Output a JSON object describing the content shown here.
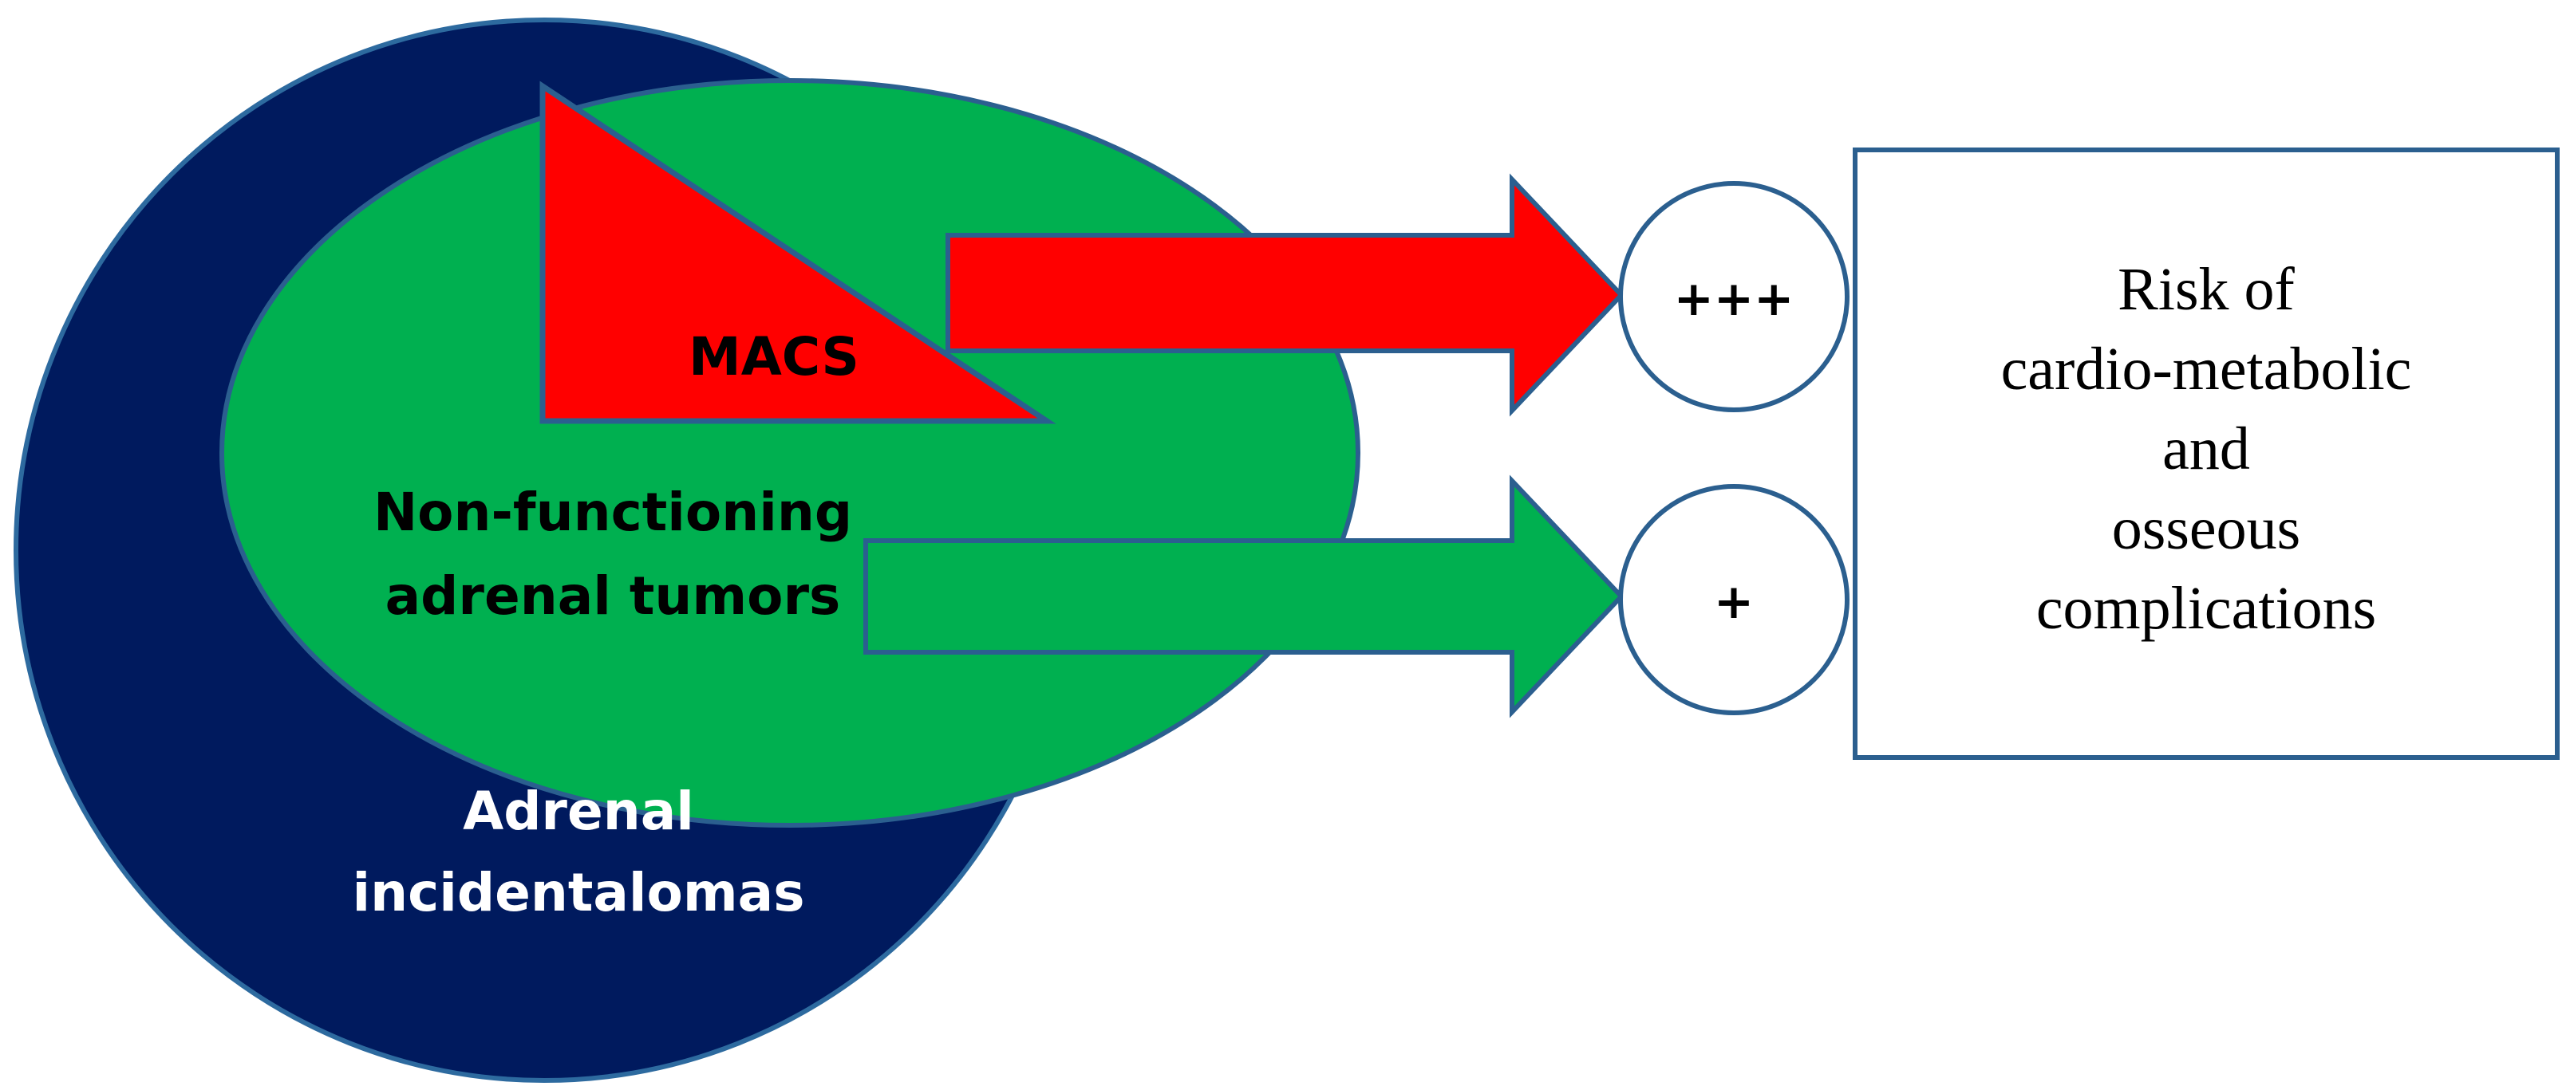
{
  "colors": {
    "outer_circle": "#001a5e",
    "outer_stroke": "#2d6a9f",
    "inner_ellipse": "#00b050",
    "macs_red": "#ff0000",
    "stroke_blue": "#2b5f8f",
    "white": "#ffffff",
    "text_dark": "#000000"
  },
  "labels": {
    "macs": "MACS",
    "non_functioning_line1": "Non-functioning",
    "non_functioning_line2": "adrenal tumors",
    "adrenal_line1": "Adrenal",
    "adrenal_line2": "incidentalomas",
    "risk_high": "+++",
    "risk_low": "+",
    "risk_box_lines": [
      "Risk of",
      "cardio-metabolic",
      "and",
      "osseous",
      "complications"
    ]
  }
}
